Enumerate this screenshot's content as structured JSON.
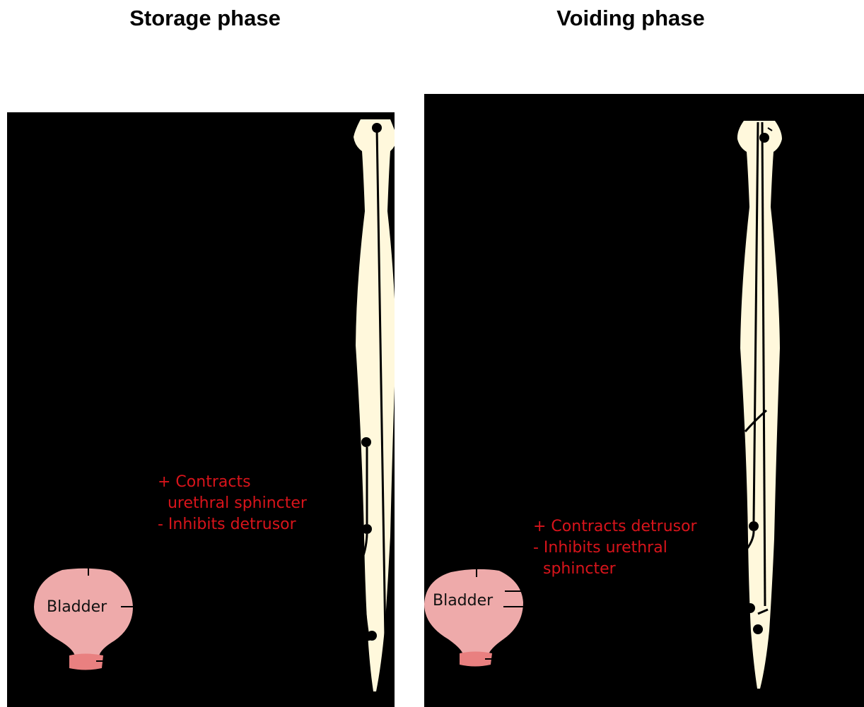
{
  "headings": {
    "storage": "Storage phase",
    "voiding": "Voiding phase"
  },
  "storage": {
    "organ_label": "Bladder",
    "effect_lines": [
      "+ Contracts",
      "  urethral sphincter",
      "- Inhibits detrusor"
    ]
  },
  "voiding": {
    "organ_label": "Bladder",
    "effect_lines": [
      "+ Contracts detrusor",
      "- Inhibits urethral",
      "  sphincter"
    ]
  },
  "colors": {
    "panel_background": "#000000",
    "spinal_cord": "#fff8dc",
    "bladder": "#eeaaaa",
    "urethral_sphincter": "#e98080",
    "effect_text": "#d8141b",
    "nerve_line": "#000000"
  }
}
